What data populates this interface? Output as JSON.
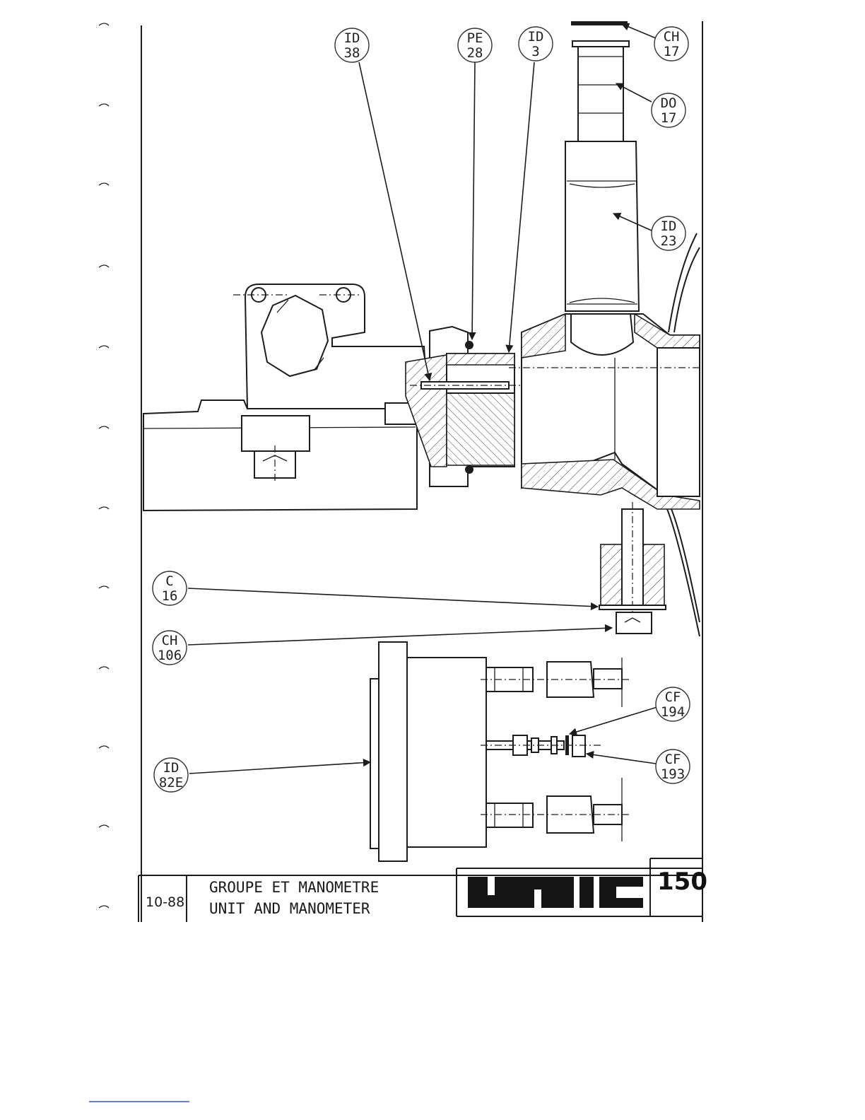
{
  "callouts": [
    {
      "id": "id38",
      "line1": "ID",
      "line2": "38"
    },
    {
      "id": "pe28",
      "line1": "PE",
      "line2": "28"
    },
    {
      "id": "id3",
      "line1": "ID",
      "line2": "3"
    },
    {
      "id": "ch17",
      "line1": "CH",
      "line2": "17"
    },
    {
      "id": "do17",
      "line1": "DO",
      "line2": "17"
    },
    {
      "id": "id23",
      "line1": "ID",
      "line2": "23"
    },
    {
      "id": "c16",
      "line1": "C",
      "line2": "16"
    },
    {
      "id": "ch106",
      "line1": "CH",
      "line2": "106"
    },
    {
      "id": "cf194",
      "line1": "CF",
      "line2": "194"
    },
    {
      "id": "cf193",
      "line1": "CF",
      "line2": "193"
    },
    {
      "id": "id82e",
      "line1": "ID",
      "line2": "82E"
    }
  ],
  "title_block": {
    "date": "10-88",
    "title_fr": "GROUPE ET MANOMETRE",
    "title_en": "UNIT AND MANOMETER",
    "logo": "UNIC",
    "page_number": "150"
  },
  "colors": {
    "ink": "#1c1c1c",
    "paper": "#ffffff"
  }
}
